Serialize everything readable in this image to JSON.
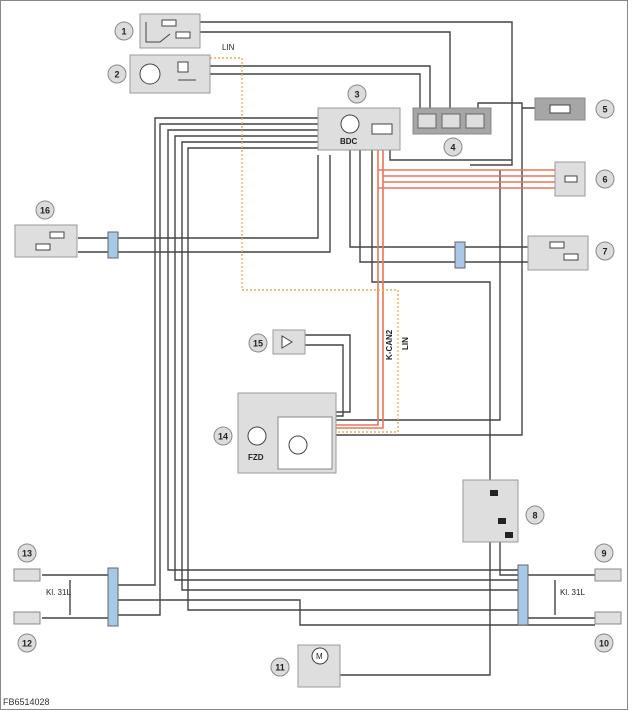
{
  "labels": {
    "lin_top": "LIN",
    "lin_side": "LIN",
    "kcan2": "K-CAN2",
    "bdc": "BDC",
    "fzd": "FZD",
    "kl31l_left": "Kl. 31L",
    "kl31l_right": "Kl. 31L",
    "motor": "M",
    "figure_id": "FB6514028"
  },
  "callouts": [
    "1",
    "2",
    "3",
    "4",
    "5",
    "6",
    "7",
    "8",
    "9",
    "10",
    "11",
    "12",
    "13",
    "14",
    "15",
    "16"
  ],
  "colors": {
    "frame": "#888888",
    "box_fill": "#dedede",
    "box_stroke": "#9a9a9a",
    "dark_box": "#a6a6a6",
    "wire": "#444444",
    "can_bus": "#e8755a",
    "lin_dash": "#e8b24a",
    "connector": "#a8c8e8",
    "callout_fill": "#dcdcdc"
  }
}
